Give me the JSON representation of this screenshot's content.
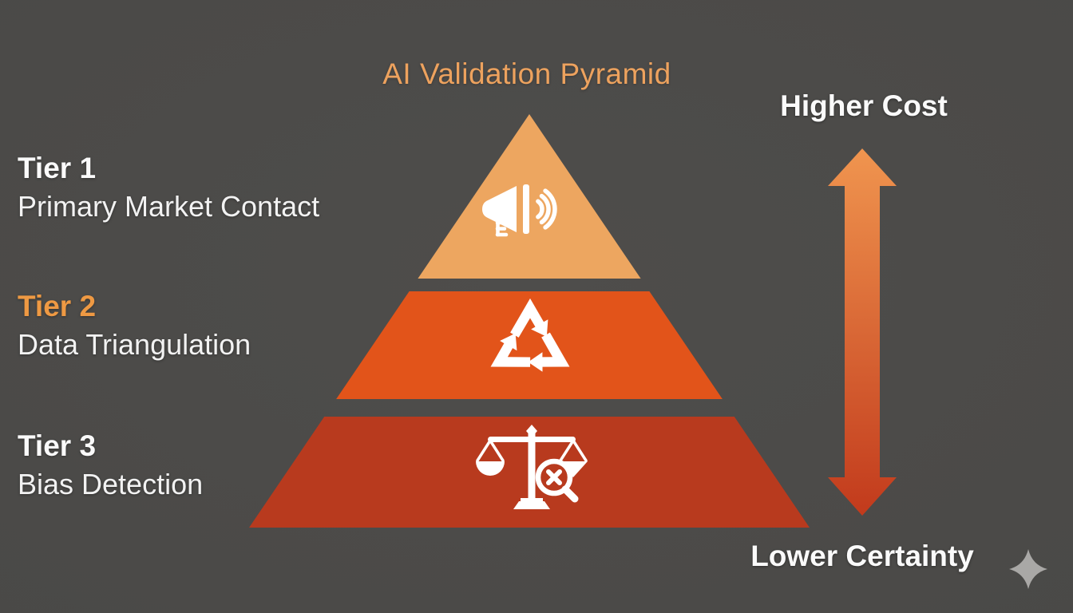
{
  "title": {
    "text": "AI Validation Pyramid",
    "color": "#EDA25E"
  },
  "tiers": [
    {
      "tier_label": "Tier 1",
      "name": "Primary Market Contact",
      "fill": "#EDA660",
      "tier_label_color": "#FAFAFA",
      "icon": "megaphone-icon"
    },
    {
      "tier_label": "Tier 2",
      "name": "Data Triangulation",
      "fill": "#E2541A",
      "tier_label_color": "#EE9943",
      "icon": "recycle-icon"
    },
    {
      "tier_label": "Tier 3",
      "name": "Bias Detection",
      "fill": "#B83A1E",
      "tier_label_color": "#FAFAFA",
      "icon": "scales-with-magnifier-icon"
    }
  ],
  "cost_certainty_axis": {
    "top_label": "Higher Cost",
    "bottom_label": "Lower Certainty",
    "arrow_gradient_top": "#F0954F",
    "arrow_gradient_bottom": "#C23A1C"
  },
  "decorations": {
    "sparkle_icon": "sparkle-icon",
    "sparkle_color": "#A9A8A6"
  }
}
